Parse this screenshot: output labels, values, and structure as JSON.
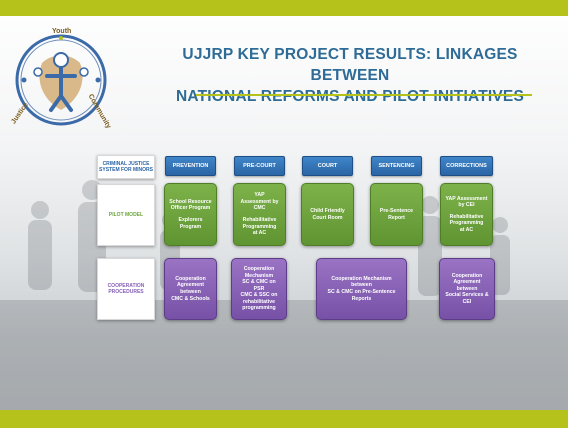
{
  "title": {
    "line1": "UJJRP KEY PROJECT RESULTS: LINKAGES BETWEEN",
    "line2": "NATIONAL REFORMS AND PILOT INITIATIVES"
  },
  "logo": {
    "word_youth": "Youth",
    "word_justice": "Justice",
    "word_community": "Community"
  },
  "colors": {
    "accent_bar": "#b5c21c",
    "title": "#2e6b96",
    "header": "#2a64a5",
    "green": "#6aa33b",
    "purple": "#8560b5"
  },
  "row_labels": {
    "header_label": {
      "line1": "CRIMINAL JUSTICE",
      "line2": "SYSTEM FOR MINORS"
    },
    "pilot": "PILOT MODEL",
    "cooperation": {
      "line1": "COOPERATION",
      "line2": "PROCEDURES"
    }
  },
  "headers": [
    "PREVENTION",
    "PRE-COURT",
    "COURT",
    "SENTENCING",
    "CORRECTIONS"
  ],
  "pilot_boxes": [
    {
      "a": "School Resource",
      "b": "Officer Program",
      "c": "Explorers",
      "d": "Program"
    },
    {
      "a": "YAP",
      "b": "Assessment by",
      "c": "CMC",
      "d": "Rehabilitative",
      "e": "Programming",
      "f": "at AC"
    },
    {
      "a": "Child Friendly",
      "b": "Court Room"
    },
    {
      "a": "Pre-Sentence",
      "b": "Report"
    },
    {
      "a": "YAP Assessment",
      "b": "by CEI",
      "c": "Rehabilitative",
      "d": "Programming",
      "e": "at AC"
    }
  ],
  "coop_boxes": [
    {
      "a": "Cooperation",
      "b": "Agreement",
      "c": "between",
      "d": "CMC & Schools"
    },
    {
      "a": "Cooperation",
      "b": "Mechanism",
      "c": "SC & CMC on",
      "d": "PSR",
      "e": "CMC & SSC on",
      "f": "rehabilitative",
      "g": "programming"
    },
    {
      "a": "Cooperation Mechanism",
      "b": "between",
      "c": "SC & CMC on Pre-Sentence",
      "d": "Reports"
    },
    {
      "a": "Cooperation",
      "b": "Agreement",
      "c": "between",
      "d": "Social Services &",
      "e": "CEI"
    }
  ]
}
